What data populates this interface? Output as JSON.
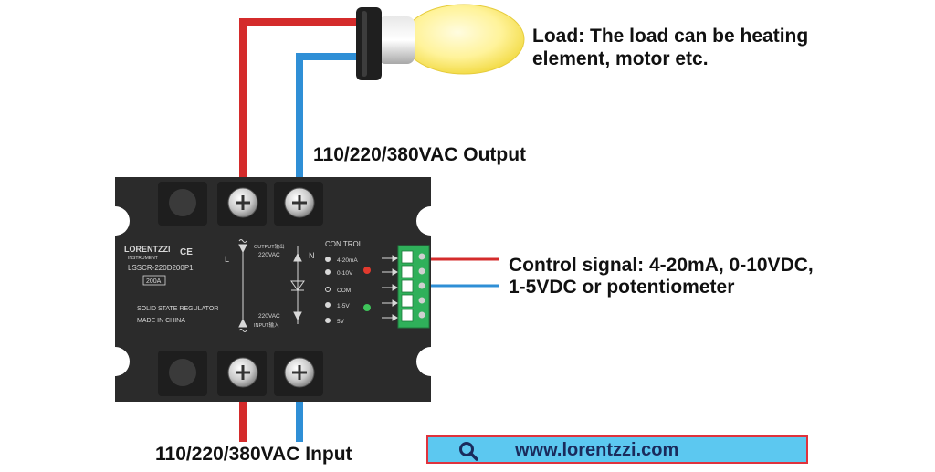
{
  "labels": {
    "load_line1": "Load: The load can be heating",
    "load_line2": "element, motor etc.",
    "output": "110/220/380VAC Output",
    "control_line1": "Control signal: 4-20mA, 0-10VDC,",
    "control_line2": "1-5VDC or potentiometer",
    "input": "110/220/380VAC Input",
    "url": "www.lorentzzi.com"
  },
  "module": {
    "brand": "LORENTZZI",
    "brand_sub": "INSTRUMENT",
    "ce_mark": "CE",
    "model": "LSSCR-220D200P1",
    "rating": "200A",
    "desc1": "SOLID STATE REGULATOR",
    "desc2": "MADE IN CHINA",
    "output_label": "OUTPUT输出",
    "output_voltage": "220VAC",
    "input_voltage": "220VAC",
    "input_label": "INPUT输入",
    "terminal_L": "L",
    "terminal_N": "N",
    "control_title": "CON TROL",
    "control_items": [
      "4-20mA",
      "0-10V",
      "COM",
      "1-5V",
      "5V"
    ]
  },
  "colors": {
    "wire_red": "#d42b2b",
    "wire_blue": "#2f8fd6",
    "module_body": "#2b2b2b",
    "terminal_green": "#2fb05a",
    "url_bg": "#5cc8f0",
    "url_border": "#e0323c"
  }
}
